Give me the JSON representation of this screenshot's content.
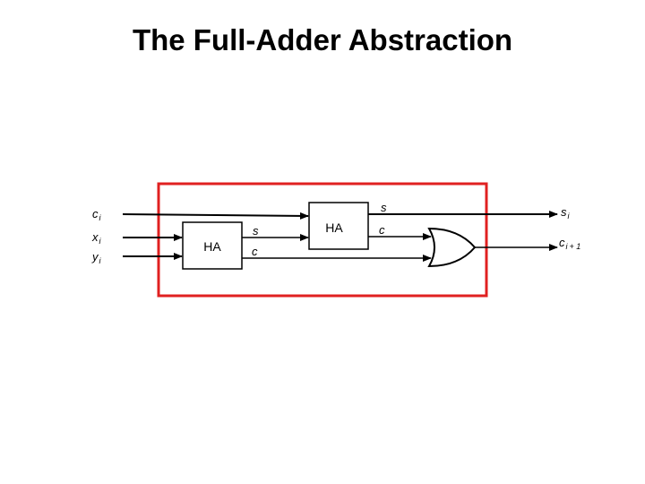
{
  "title": "The Full-Adder Abstraction",
  "colors": {
    "frame": "#e02020",
    "wire": "#000000"
  },
  "inputs": {
    "ci": {
      "main": "c",
      "sub": "i"
    },
    "xi": {
      "main": "x",
      "sub": "i"
    },
    "yi": {
      "main": "y",
      "sub": "i"
    }
  },
  "outputs": {
    "si": {
      "main": "s",
      "sub": "i"
    },
    "ci1": {
      "main": "c",
      "sub": "i",
      "suffix": "+ 1"
    }
  },
  "half_adder_1": {
    "label": "HA",
    "out_s": "s",
    "out_c": "c"
  },
  "half_adder_2": {
    "label": "HA",
    "out_s": "s",
    "out_c": "c"
  },
  "or_gate": {
    "icon": "or-gate-icon"
  }
}
